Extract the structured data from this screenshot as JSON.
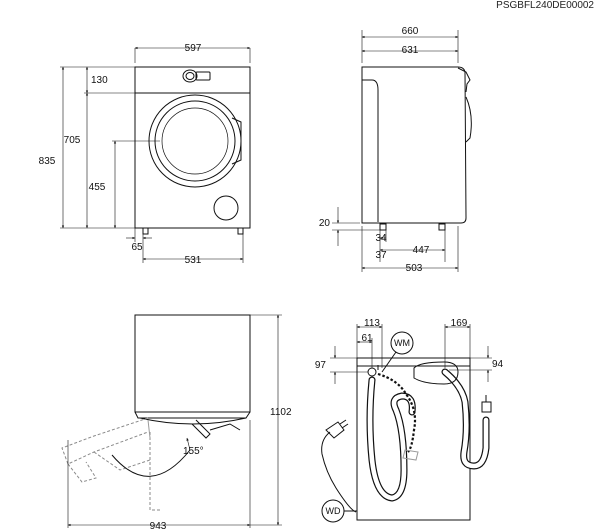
{
  "diagram_code": "PSGBFL240DE00002",
  "front": {
    "width": "597",
    "top_height": "130",
    "door_center": "705",
    "height": "835",
    "door_lower": "455",
    "foot_offset": "65",
    "foot_span": "531"
  },
  "side": {
    "depth_total": "660",
    "depth_body": "631",
    "foot_height": "20",
    "foot_a": "34",
    "foot_b": "37",
    "span_447": "447",
    "span_503": "503"
  },
  "open": {
    "height": "1102",
    "depth_open": "943",
    "angle": "155°"
  },
  "back": {
    "inlet_left": "113",
    "inlet_small": "61",
    "right_offset": "169",
    "left_height": "97",
    "right_height": "94",
    "tag_inlet": "WM",
    "tag_drain": "WD"
  }
}
